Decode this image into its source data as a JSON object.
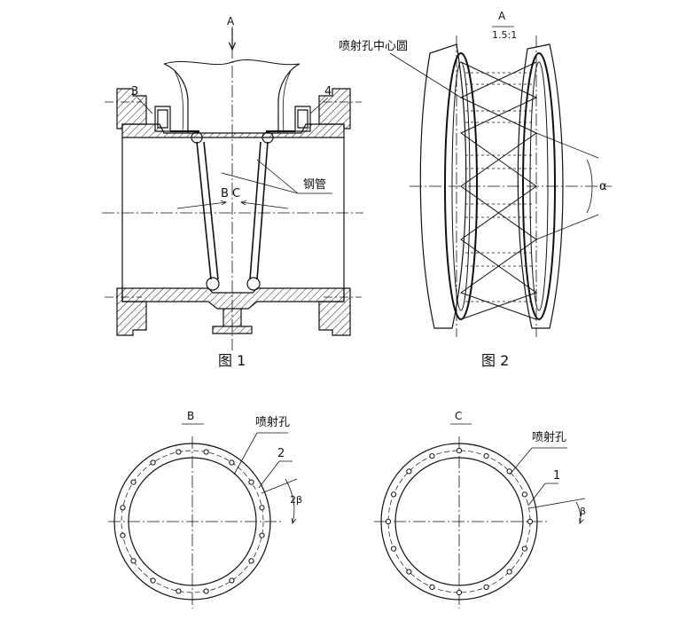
{
  "fig1": {
    "view_arrow": "A",
    "callout_3": "3",
    "callout_4": "4",
    "section_mark": "B C",
    "pipe_label": "钢管",
    "caption": "图 1"
  },
  "fig2": {
    "view_title": "A",
    "scale": "1.5:1",
    "circle_label": "喷射孔中心圆",
    "angle_label": "α",
    "caption": "图 2"
  },
  "view_b": {
    "title": "B",
    "hole_label": "喷射孔",
    "callout": "2",
    "angle_label": "2β"
  },
  "view_c": {
    "title": "C",
    "hole_label": "喷射孔",
    "callout": "1",
    "angle_label": "β"
  },
  "colors": {
    "line": "#111111",
    "background": "#ffffff"
  }
}
